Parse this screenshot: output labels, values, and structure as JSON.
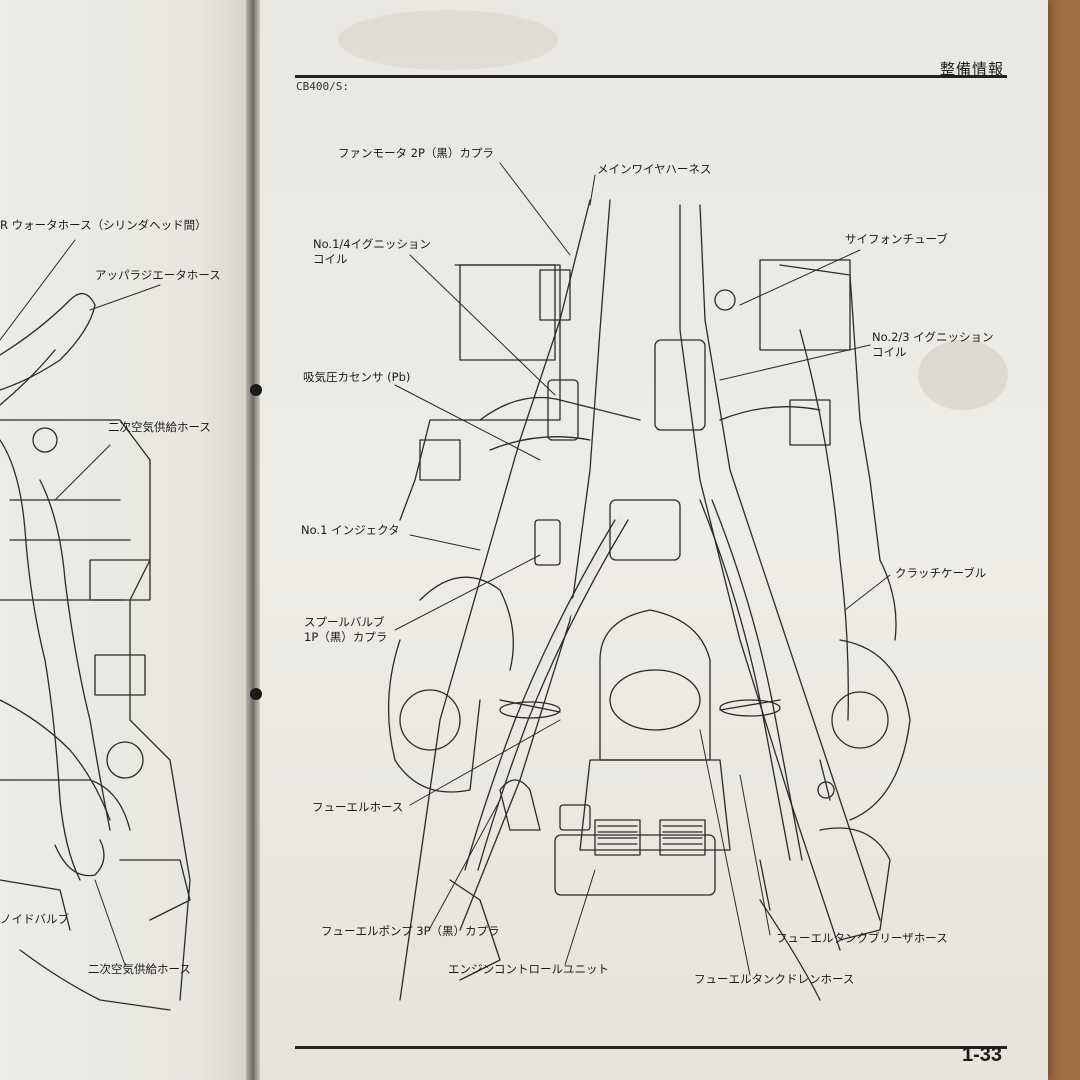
{
  "header": {
    "section_title": "整備情報",
    "model": "CB400/S:"
  },
  "page_number": "1-33",
  "right_labels": {
    "fan_motor_coupler": "ファンモータ 2P（黒）カプラ",
    "main_wire_harness": "メインワイヤハーネス",
    "ignition_coil_14": "No.1/4イグニッション\nコイル",
    "siphon_tube": "サイフォンチューブ",
    "ignition_coil_23": "No.2/3 イグニッション\nコイル",
    "map_sensor": "吸気圧カセンサ (Pb)",
    "injector_1": "No.1 インジェクタ",
    "clutch_cable": "クラッチケーブル",
    "spool_valve_coupler": "スプールバルブ\n1P（黒）カプラ",
    "fuel_hose": "フューエルホース",
    "fuel_pump_coupler": "フューエルポンプ 3P（黒）カプラ",
    "ecu": "エンジンコントロールユニット",
    "fuel_tank_breather_hose": "フューエルタンクブリーザホース",
    "fuel_tank_drain_hose": "フューエルタンクドレンホース"
  },
  "left_labels": {
    "water_hose": "R ウォータホース（シリンダヘッド間）",
    "upper_radiator_hose": "アッパラジエータホース",
    "secondary_air_hose_top": "二次空気供給ホース",
    "solenoid_valve": "ノイドバルブ",
    "secondary_air_hose_bottom": "二次空気供給ホース"
  }
}
